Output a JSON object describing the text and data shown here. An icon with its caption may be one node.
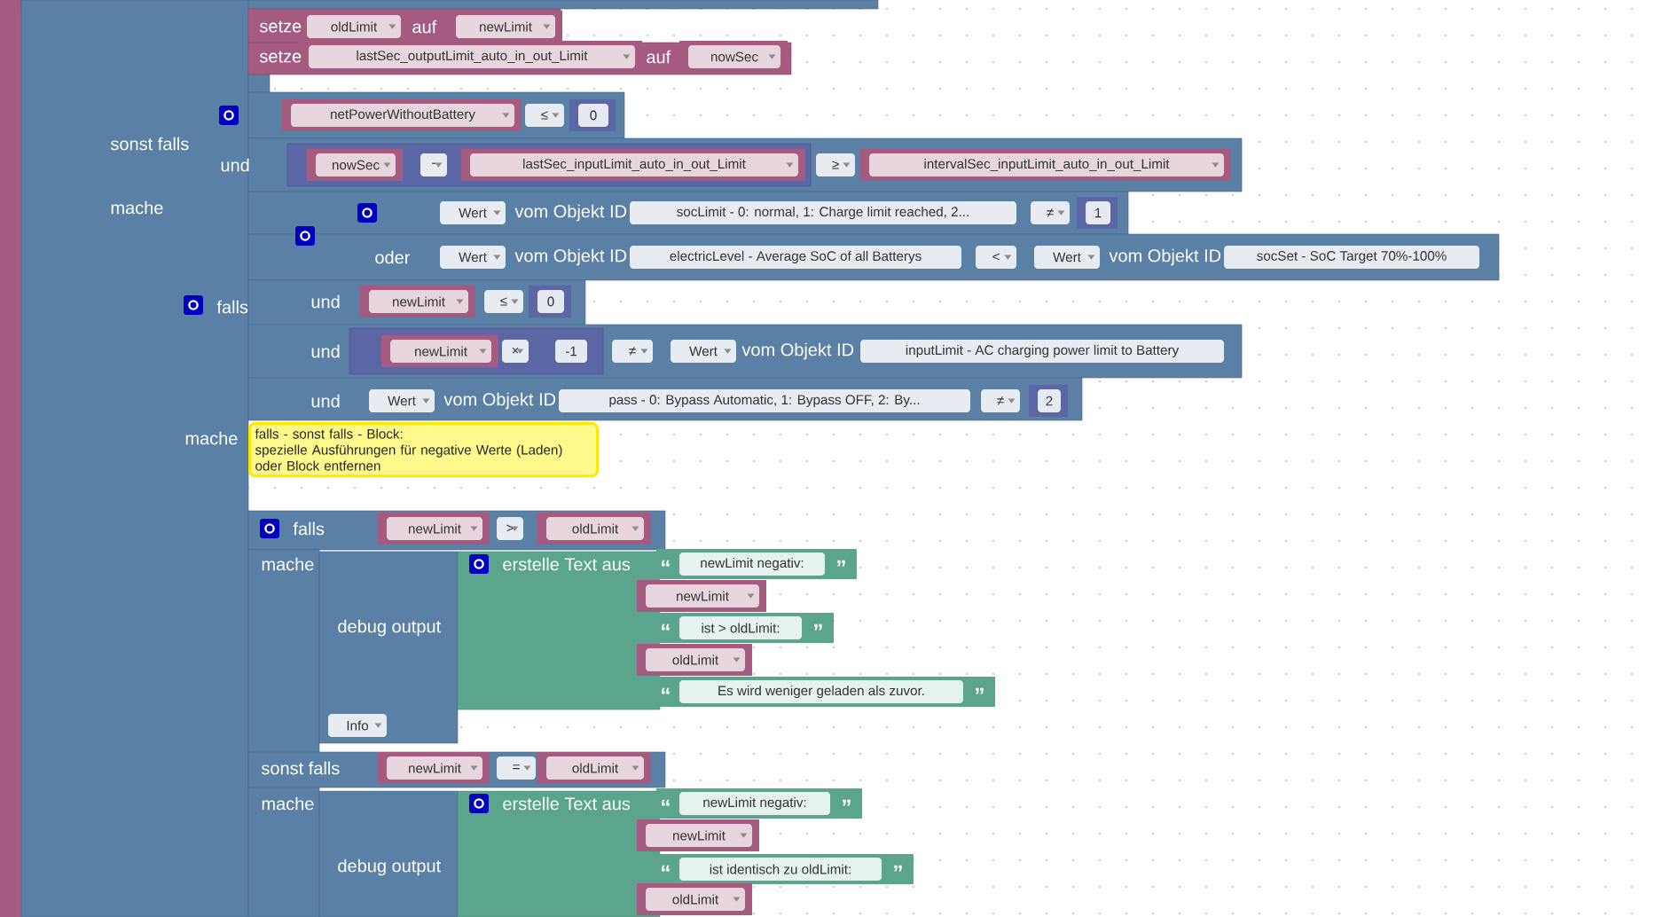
{
  "diagram": {
    "nodes": [
      {
        "text": [
          "oldLimit"
        ]
      },
      {
        "text": [
          "newLimit"
        ]
      },
      {
        "text": [
          "lastSec_outputLimit_auto_in_out_Limit"
        ]
      },
      {
        "text": [
          "nowSec"
        ]
      },
      {
        "text": [
          "netPowerWithoutBattery"
        ]
      },
      {
        "text": [
          "≤"
        ]
      },
      {
        "text": [
          "0"
        ]
      },
      {
        "text": [
          "nowSec"
        ]
      },
      {
        "text": [
          "-"
        ]
      },
      {
        "text": [
          "lastSec_inputLimit_auto_in_out_Limit"
        ]
      },
      {
        "text": [
          "≥"
        ]
      },
      {
        "text": [
          "intervalSec_inputLimit_auto_in_out_Limit"
        ]
      },
      {
        "text": [
          "Wert"
        ]
      },
      {
        "text": [
          "socLimit - 0: normal, 1: Charge limit reached, 2..."
        ]
      },
      {
        "text": [
          "≠"
        ]
      },
      {
        "text": [
          "1"
        ]
      },
      {
        "text": [
          "Wert"
        ]
      },
      {
        "text": [
          "electricLevel - Average SoC of all Batterys"
        ]
      },
      {
        "text": [
          "<"
        ]
      },
      {
        "text": [
          "Wert"
        ]
      },
      {
        "text": [
          "socSet - SoC Target 70%-100%"
        ]
      },
      {
        "text": [
          "newLimit"
        ]
      },
      {
        "text": [
          "≤"
        ]
      },
      {
        "text": [
          "0"
        ]
      },
      {
        "text": [
          "newLimit"
        ]
      },
      {
        "text": [
          "×"
        ]
      },
      {
        "text": [
          "-1"
        ]
      },
      {
        "text": [
          "≠"
        ]
      },
      {
        "text": [
          "Wert"
        ]
      },
      {
        "text": [
          "inputLimit - AC charging power limit to Battery"
        ]
      },
      {
        "text": [
          "Wert"
        ]
      },
      {
        "text": [
          "pass - 0: Bypass Automatic, 1: Bypass OFF, 2: By..."
        ]
      },
      {
        "text": [
          "≠"
        ]
      },
      {
        "text": [
          "2"
        ]
      },
      {
        "text": [
          "falls - sonst falls - Block:",
          "spezielle Ausführungen für negative Werte (Laden) oder Block entfernen"
        ]
      },
      {
        "text": [
          "newLimit"
        ]
      },
      {
        "text": [
          ">"
        ]
      },
      {
        "text": [
          "oldLimit"
        ]
      },
      {
        "text": [
          "newLimit negativ:"
        ]
      },
      {
        "text": [
          "newLimit"
        ]
      },
      {
        "text": [
          "ist > oldLimit:"
        ]
      },
      {
        "text": [
          "oldLimit"
        ]
      },
      {
        "text": [
          "Es wird weniger geladen als zuvor."
        ]
      },
      {
        "text": [
          "Info"
        ]
      },
      {
        "text": [
          "newLimit"
        ]
      },
      {
        "text": [
          "="
        ]
      },
      {
        "text": [
          "oldLimit"
        ]
      },
      {
        "text": [
          "newLimit negativ:"
        ]
      },
      {
        "text": [
          "newLimit"
        ]
      },
      {
        "text": [
          "ist identisch zu oldLimit:"
        ]
      },
      {
        "text": [
          "oldLimit"
        ]
      }
    ],
    "labels": [
      "setze",
      "auf",
      "setze",
      "auf",
      "sonst falls",
      "und",
      "mache",
      "vom Objekt ID",
      "oder",
      "vom Objekt ID",
      "vom Objekt ID",
      "falls",
      "und",
      "und",
      "vom Objekt ID",
      "und",
      "vom Objekt ID",
      "mache",
      "falls",
      "mache",
      "erstelle Text aus",
      "“",
      "”",
      "debug output",
      "“",
      "”",
      "“",
      "”",
      "sonst falls",
      "mache",
      "erstelle Text aus",
      "“",
      "”",
      "debug output",
      "“",
      "”"
    ]
  }
}
